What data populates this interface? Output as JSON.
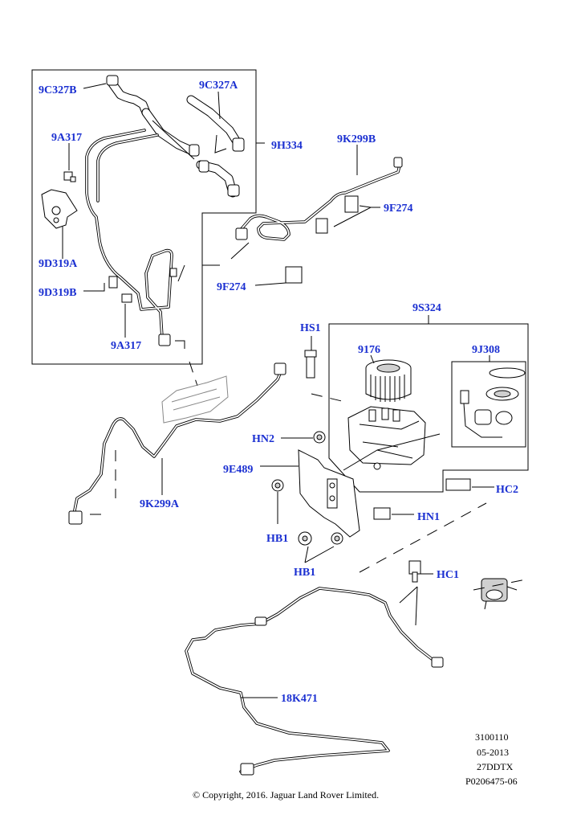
{
  "callouts": {
    "9C327B": "9C327B",
    "9C327A": "9C327A",
    "9A317_top": "9A317",
    "9H334": "9H334",
    "9K299B": "9K299B",
    "9F274_right": "9F274",
    "9D319A": "9D319A",
    "9D319B": "9D319B",
    "9F274_left": "9F274",
    "9A317_bottom": "9A317",
    "9S324": "9S324",
    "HS1": "HS1",
    "9176": "9176",
    "9J308": "9J308",
    "HN2": "HN2",
    "9E489": "9E489",
    "HC2": "HC2",
    "9K299A": "9K299A",
    "HN1": "HN1",
    "HB1_a": "HB1",
    "HB1_b": "HB1",
    "HC1": "HC1",
    "18K471": "18K471"
  },
  "meta": {
    "line1": "3100110",
    "line2": "05-2013",
    "line3": "27DDTX",
    "line4": "P0206475-06"
  },
  "copyright": "© Copyright, 2016. Jaguar Land Rover Limited.",
  "colors": {
    "callout": "#1a2fd1",
    "lines": "#000000",
    "background": "#ffffff"
  }
}
